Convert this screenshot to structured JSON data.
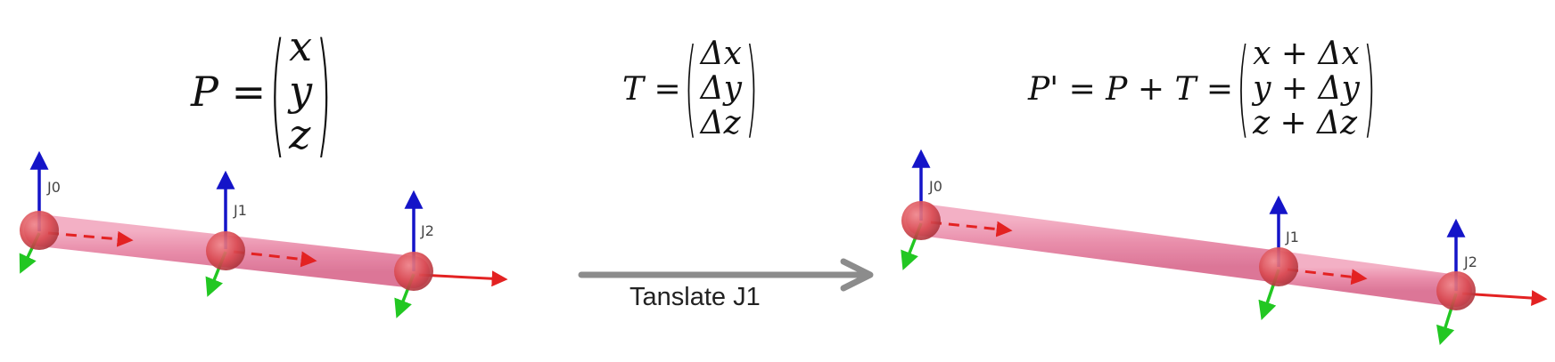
{
  "equations": {
    "p": {
      "lhs": "P =",
      "entries": [
        "x",
        "y",
        "z"
      ]
    },
    "t": {
      "lhs": "T =",
      "entries": [
        "Δx",
        "Δy",
        "Δz"
      ]
    },
    "p_prime": {
      "lhs": "P' = P + T =",
      "entries": [
        "x + Δx",
        "y + Δy",
        "z + Δz"
      ]
    }
  },
  "transition": {
    "label": "Tanslate J1"
  },
  "joints": {
    "before": [
      "J0",
      "J1",
      "J2"
    ],
    "after": [
      "J0",
      "J1",
      "J2"
    ]
  },
  "colors": {
    "link": "#e57a9c",
    "joint": "#d9484f",
    "x_axis": "#e32222",
    "y_axis": "#22c722",
    "z_axis": "#1414c8",
    "arrow": "#8c8c8c"
  }
}
